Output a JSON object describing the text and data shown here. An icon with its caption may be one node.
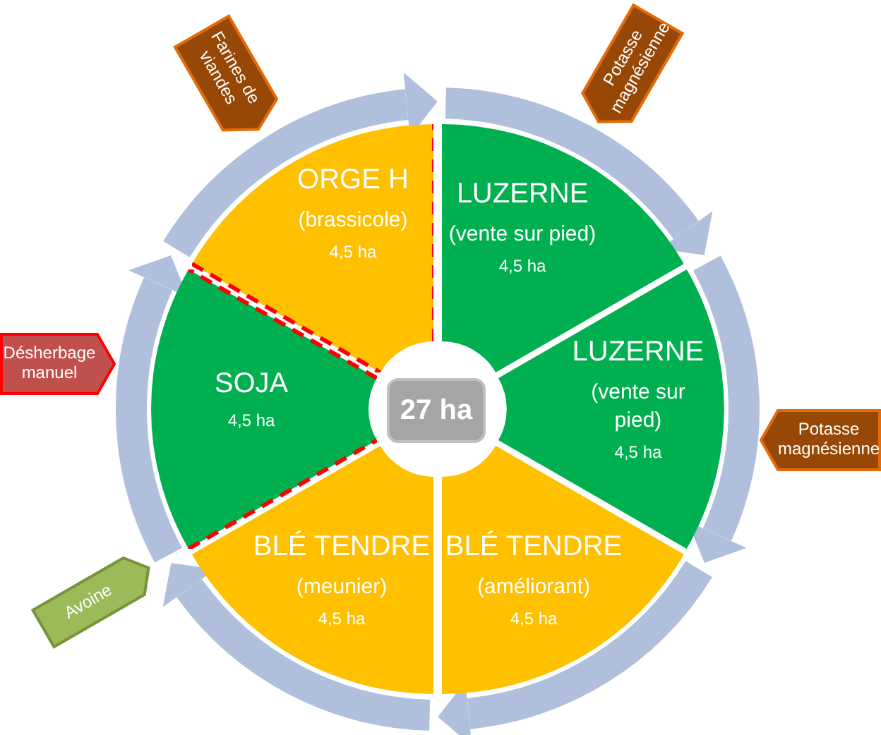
{
  "diagram": {
    "nodes": [
      {
        "text": [
          "Farines de viandes"
        ]
      },
      {
        "text": [
          "Potasse magnésienne"
        ]
      },
      {
        "text": [
          "ORGE H",
          "(brassicole)",
          "4,5 ha"
        ]
      },
      {
        "text": [
          "LUZERNE",
          "(vente sur pied)",
          "4,5 ha"
        ]
      },
      {
        "text": [
          "Désherbage manuel"
        ]
      },
      {
        "text": [
          "SOJA",
          "4,5 ha"
        ]
      },
      {
        "text": [
          "27 ha"
        ]
      },
      {
        "text": [
          "LUZERNE",
          "(vente sur pied)",
          "4,5 ha"
        ]
      },
      {
        "text": [
          "Potasse magnésienne"
        ]
      },
      {
        "text": [
          "Avoine"
        ]
      },
      {
        "text": [
          "BLÉ TENDRE",
          "(meunier)",
          "4,5 ha"
        ]
      },
      {
        "text": [
          "BLÉ TENDRE",
          "(améliorant)",
          "4,5 ha"
        ]
      }
    ]
  }
}
